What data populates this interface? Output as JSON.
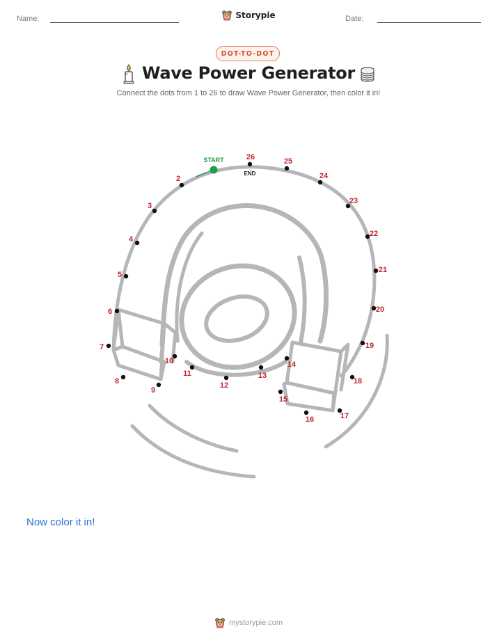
{
  "header": {
    "name_label": "Name:",
    "date_label": "Date:",
    "brand": "Storypie",
    "brand_icon": "bear-mascot-icon"
  },
  "badge": "DOT-TO-DOT",
  "title": "Wave Power Generator",
  "title_icons": [
    "candle-icon",
    "coil-icon"
  ],
  "subtitle": "Connect the dots from 1 to 26 to draw Wave Power Generator, then color it in!",
  "puzzle": {
    "start_label": "START",
    "end_label": "END",
    "dot_count": 26,
    "dot_color": "#111111",
    "number_color": "#c0272d",
    "start_color": "#1e9e47",
    "outline_color": "#b6b6b9"
  },
  "color_prompt": "Now color it in!",
  "footer": {
    "url": "mystorypie.com"
  }
}
